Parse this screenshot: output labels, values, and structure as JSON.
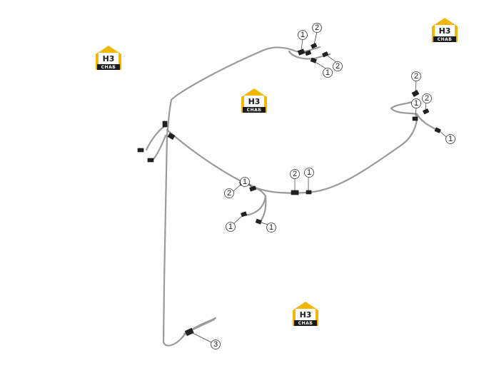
{
  "watermark": {
    "letters": "H3",
    "sub": "СНАБ",
    "gold": "#f2b705",
    "dark": "#1a1a1a"
  },
  "callouts": {
    "c_top_1": "1",
    "c_top_2a": "2",
    "c_top_2b": "2",
    "c_top_1b": "1",
    "c_right_2a": "2",
    "c_right_2b": "2",
    "c_right_1a": "1",
    "c_right_1b": "1",
    "c_mid_2a": "2",
    "c_mid_1a": "1",
    "c_mid_2b": "2",
    "c_mid_1b": "1",
    "c_low_1a": "1",
    "c_low_1b": "1",
    "c_bottom_3": "3"
  }
}
